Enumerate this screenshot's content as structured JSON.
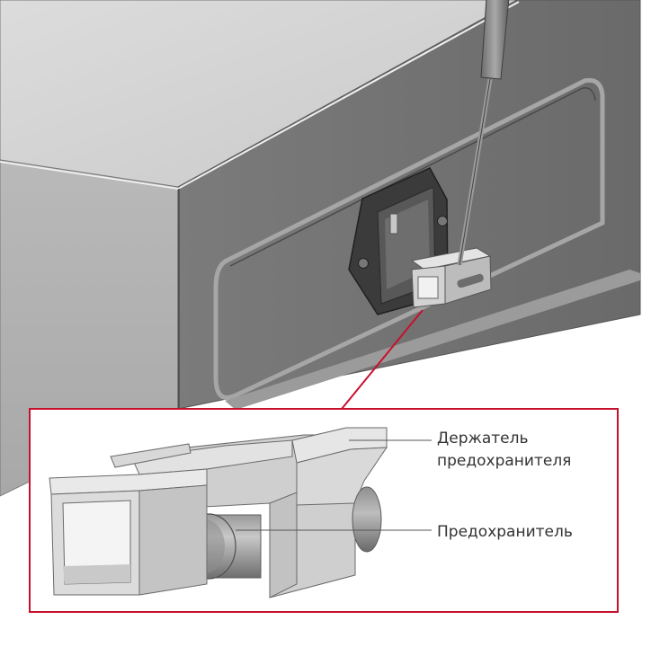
{
  "callouts": {
    "fuse_holder_line1": "Держатель",
    "fuse_holder_line2": "предохранителя",
    "fuse": "Предохранитель"
  },
  "colors": {
    "callout_frame": "#c8102e",
    "leader_line": "#c8102e",
    "label_text": "#333333",
    "top_panel": "#d6d6d6",
    "front_panel": "#b2b2b2",
    "side_panel": "#7a7a7a",
    "connector_body": "#3c3c3c"
  }
}
